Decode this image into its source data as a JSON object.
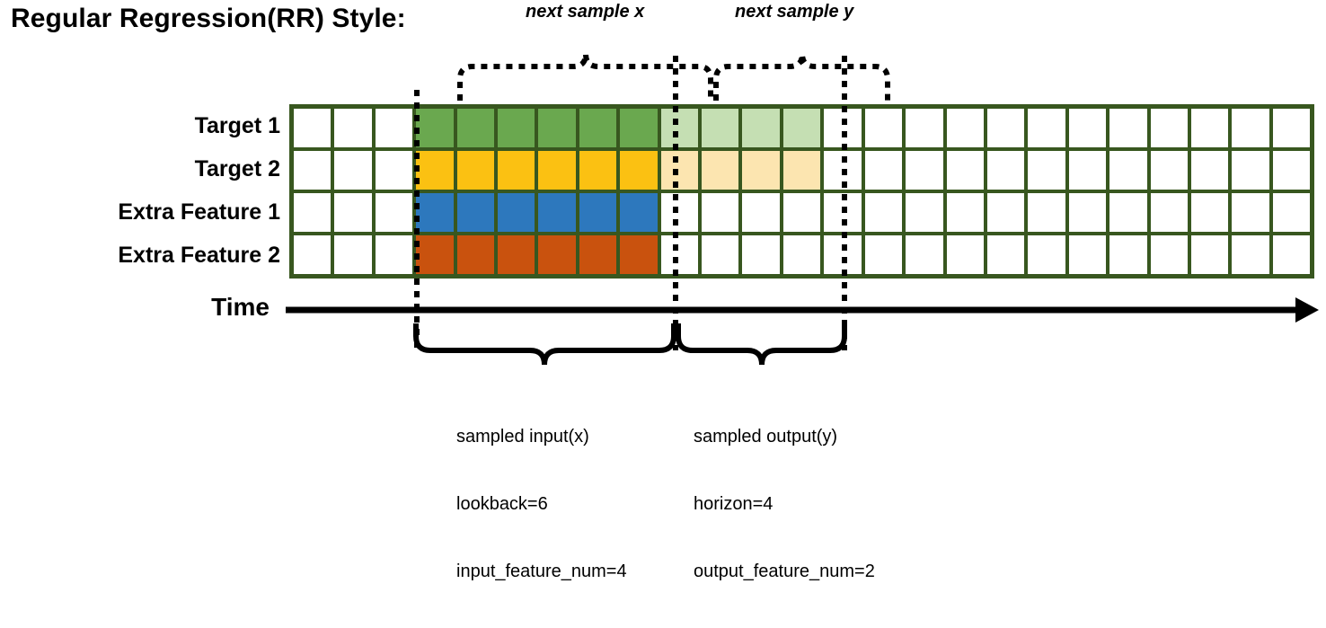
{
  "title": "Regular Regression(RR) Style:",
  "top_captions": {
    "x": "next sample x",
    "y": "next sample y"
  },
  "rows": [
    {
      "label": "Target 1",
      "name": "target-1"
    },
    {
      "label": "Target 2",
      "name": "target-2"
    },
    {
      "label": "Extra Feature 1",
      "name": "extra-feature-1"
    },
    {
      "label": "Extra Feature 2",
      "name": "extra-feature-2"
    }
  ],
  "axis": {
    "label": "Time"
  },
  "annotations": {
    "input": {
      "line1": "sampled input(x)",
      "line2": "lookback=6",
      "line3": "input_feature_num=4"
    },
    "output": {
      "line1": "sampled output(y)",
      "line2": "horizon=4",
      "line3": "output_feature_num=2"
    }
  },
  "grid": {
    "columns": 25,
    "pad_before": 3,
    "lookback": 6,
    "horizon": 4,
    "pad_after": 12,
    "cells": [
      [
        "white",
        "white",
        "white",
        "green",
        "green",
        "green",
        "green",
        "green",
        "green",
        "greenlight",
        "greenlight",
        "greenlight",
        "greenlight",
        "white",
        "white",
        "white",
        "white",
        "white",
        "white",
        "white",
        "white",
        "white",
        "white",
        "white",
        "white"
      ],
      [
        "white",
        "white",
        "white",
        "gold",
        "gold",
        "gold",
        "gold",
        "gold",
        "gold",
        "goldlight",
        "goldlight",
        "goldlight",
        "goldlight",
        "white",
        "white",
        "white",
        "white",
        "white",
        "white",
        "white",
        "white",
        "white",
        "white",
        "white",
        "white"
      ],
      [
        "white",
        "white",
        "white",
        "blue",
        "blue",
        "blue",
        "blue",
        "blue",
        "blue",
        "white",
        "white",
        "white",
        "white",
        "white",
        "white",
        "white",
        "white",
        "white",
        "white",
        "white",
        "white",
        "white",
        "white",
        "white",
        "white"
      ],
      [
        "white",
        "white",
        "white",
        "orange",
        "orange",
        "orange",
        "orange",
        "orange",
        "orange",
        "white",
        "white",
        "white",
        "white",
        "white",
        "white",
        "white",
        "white",
        "white",
        "white",
        "white",
        "white",
        "white",
        "white",
        "white",
        "white"
      ]
    ]
  },
  "colors": {
    "grid_border": "#38571f",
    "target1": "#6aa84f",
    "target1_light": "#c5dfb3",
    "target2": "#fbc112",
    "target2_light": "#fce5b0",
    "extra1": "#2d78bd",
    "extra2": "#c9520e",
    "ink": "#000000"
  }
}
